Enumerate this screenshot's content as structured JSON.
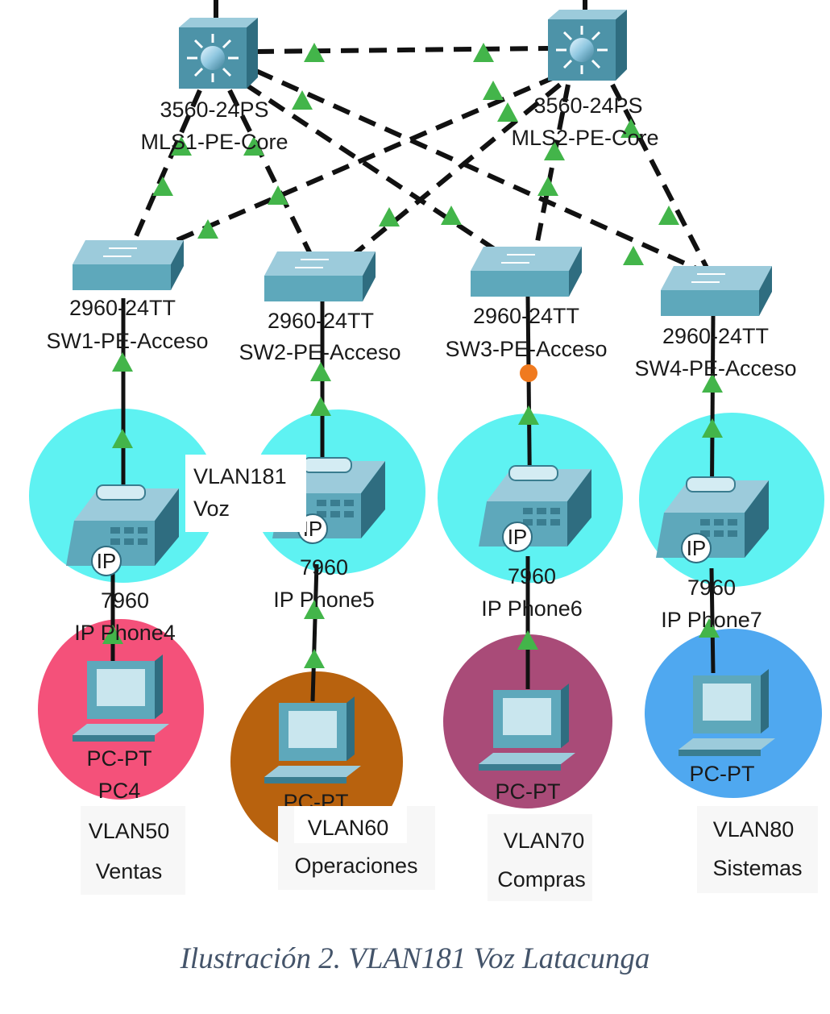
{
  "colors": {
    "link": "#111111",
    "link_up": "#43b54a",
    "link_pending": "#f07a1f",
    "voice_zone": "#5ef2f2",
    "vlan50": "#f4517a",
    "vlan60": "#b8620e",
    "vlan70": "#a94b78",
    "vlan80": "#4fa8f0",
    "device": "#5ea8bb",
    "caption": "#44546a"
  },
  "core_switches": [
    {
      "id": "mls1",
      "model": "3560-24PS",
      "name": "MLS1-PE-Core",
      "icon": "multilayer-switch-icon"
    },
    {
      "id": "mls2",
      "model": "3560-24PS",
      "name": "MLS2-PE-Core",
      "icon": "multilayer-switch-icon"
    }
  ],
  "access_switches": [
    {
      "id": "sw1",
      "model": "2960-24TT",
      "name": "SW1-PE-Acceso",
      "icon": "switch-icon"
    },
    {
      "id": "sw2",
      "model": "2960-24TT",
      "name": "SW2-PE-Acceso",
      "icon": "switch-icon"
    },
    {
      "id": "sw3",
      "model": "2960-24TT",
      "name": "SW3-PE-Acceso",
      "icon": "switch-icon"
    },
    {
      "id": "sw4",
      "model": "2960-24TT",
      "name": "SW4-PE-Acceso",
      "icon": "switch-icon"
    }
  ],
  "ip_phones": [
    {
      "id": "ph4",
      "model": "7960",
      "name": "IP Phone4",
      "badge": "IP",
      "icon": "ip-phone-icon"
    },
    {
      "id": "ph5",
      "model": "7960",
      "name": "IP Phone5",
      "badge": "IP",
      "icon": "ip-phone-icon"
    },
    {
      "id": "ph6",
      "model": "7960",
      "name": "IP Phone6",
      "badge": "IP",
      "icon": "ip-phone-icon"
    },
    {
      "id": "ph7",
      "model": "7960",
      "name": "IP Phone7",
      "badge": "IP",
      "icon": "ip-phone-icon"
    }
  ],
  "pcs": [
    {
      "id": "pc4",
      "model": "PC-PT",
      "name": "PC4",
      "icon": "pc-icon"
    },
    {
      "id": "pc5",
      "model": "PC-PT",
      "name": "",
      "icon": "pc-icon"
    },
    {
      "id": "pc6",
      "model": "PC-PT",
      "name": "",
      "icon": "pc-icon"
    },
    {
      "id": "pc7",
      "model": "PC-PT",
      "name": "",
      "icon": "pc-icon"
    }
  ],
  "voice_note": {
    "line1": "VLAN181",
    "line2": "Voz"
  },
  "vlan_notes": [
    {
      "id": "v50",
      "line1": "VLAN50",
      "line2": "Ventas"
    },
    {
      "id": "v60",
      "line1": "VLAN60",
      "line2": "Operaciones"
    },
    {
      "id": "v70",
      "line1": "VLAN70",
      "line2": "Compras"
    },
    {
      "id": "v80",
      "line1": "VLAN80",
      "line2": "Sistemas"
    }
  ],
  "caption": "Ilustración 2. VLAN181 Voz Latacunga"
}
